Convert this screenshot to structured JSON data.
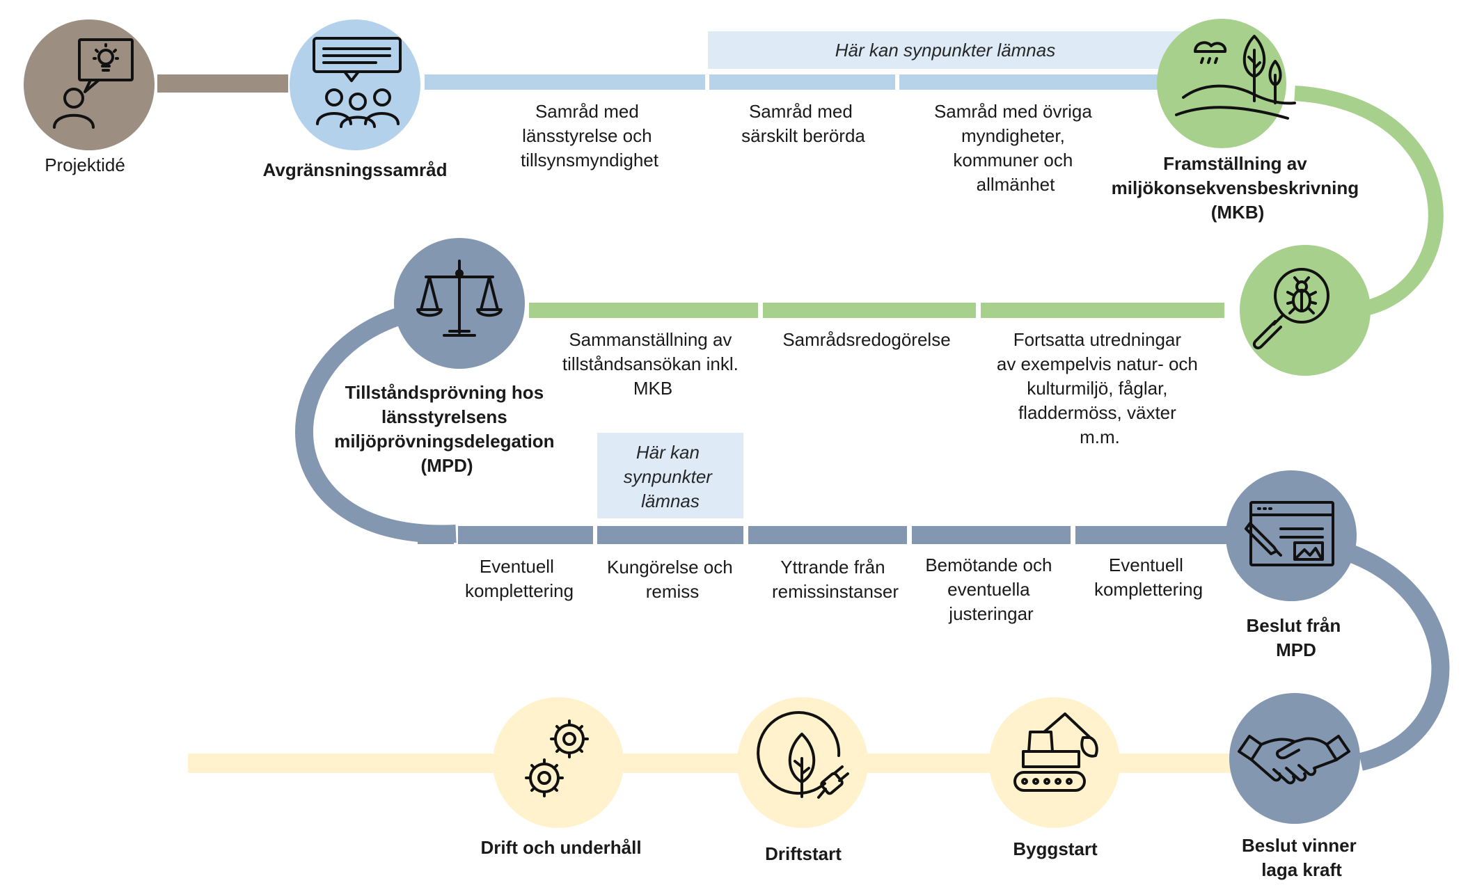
{
  "colors": {
    "brown": "#9c8e81",
    "light_blue": "#b7d3ea",
    "blue_circle": "#b4d1ec",
    "green": "#a8d08d",
    "slate": "#8497b0",
    "yellow": "#fff2cc",
    "highlight_box": "#deebf7"
  },
  "milestones": [
    {
      "id": "projektide",
      "icon": "idea-person-icon",
      "lines": [
        "Projektidé"
      ]
    },
    {
      "id": "avgransningssamrad",
      "icon": "meeting-chat-icon",
      "lines": [
        "Avgränsningssamråd"
      ]
    },
    {
      "id": "mkb",
      "icon": "nature-landscape-icon",
      "lines": [
        "Framställning av",
        "miljökonsekvensbeskrivning",
        "(MKB)"
      ]
    },
    {
      "id": "utredning",
      "icon": "bug-magnifier-icon",
      "lines": []
    },
    {
      "id": "tillstandsprovning",
      "icon": "scales-icon",
      "lines": [
        "Tillståndsprövning hos",
        "länsstyrelsens",
        "miljöprövningsdelegation",
        "(MPD)"
      ]
    },
    {
      "id": "beslut_mpd",
      "icon": "document-browser-icon",
      "lines": [
        "Beslut från",
        "MPD"
      ]
    },
    {
      "id": "laga_kraft",
      "icon": "handshake-icon",
      "lines": [
        "Beslut vinner",
        "laga kraft"
      ]
    },
    {
      "id": "byggstart",
      "icon": "excavator-icon",
      "lines": [
        "Byggstart"
      ]
    },
    {
      "id": "driftstart",
      "icon": "leaf-plug-icon",
      "lines": [
        "Driftstart"
      ]
    },
    {
      "id": "drift",
      "icon": "gears-icon",
      "lines": [
        "Drift och underhåll"
      ]
    }
  ],
  "row1_steps": [
    [
      "Samråd med",
      "länsstyrelse och",
      "tillsynsmyndighet"
    ],
    [
      "Samråd med",
      "särskilt berörda"
    ],
    [
      "Samråd med övriga",
      "myndigheter,",
      "kommuner och",
      "allmänhet"
    ]
  ],
  "row2_steps": [
    [
      "Sammanställning av",
      "tillståndsansökan inkl.",
      "MKB"
    ],
    [
      "Samrådsredogörelse"
    ],
    [
      "Fortsatta utredningar",
      "av exempelvis natur- och",
      "kulturmiljö, fåglar,",
      "fladdermöss, växter",
      "m.m."
    ]
  ],
  "row3_steps": [
    [
      "Eventuell",
      "komplettering"
    ],
    [
      "Kungörelse och",
      "remiss"
    ],
    [
      "Yttrande från",
      "remissinstanser"
    ],
    [
      "Bemötande och",
      "eventuella",
      "justeringar"
    ],
    [
      "Eventuell",
      "komplettering"
    ]
  ],
  "notes": {
    "top": [
      "Här kan synpunkter lämnas"
    ],
    "middle": [
      "Här kan",
      "synpunkter",
      "lämnas"
    ]
  }
}
